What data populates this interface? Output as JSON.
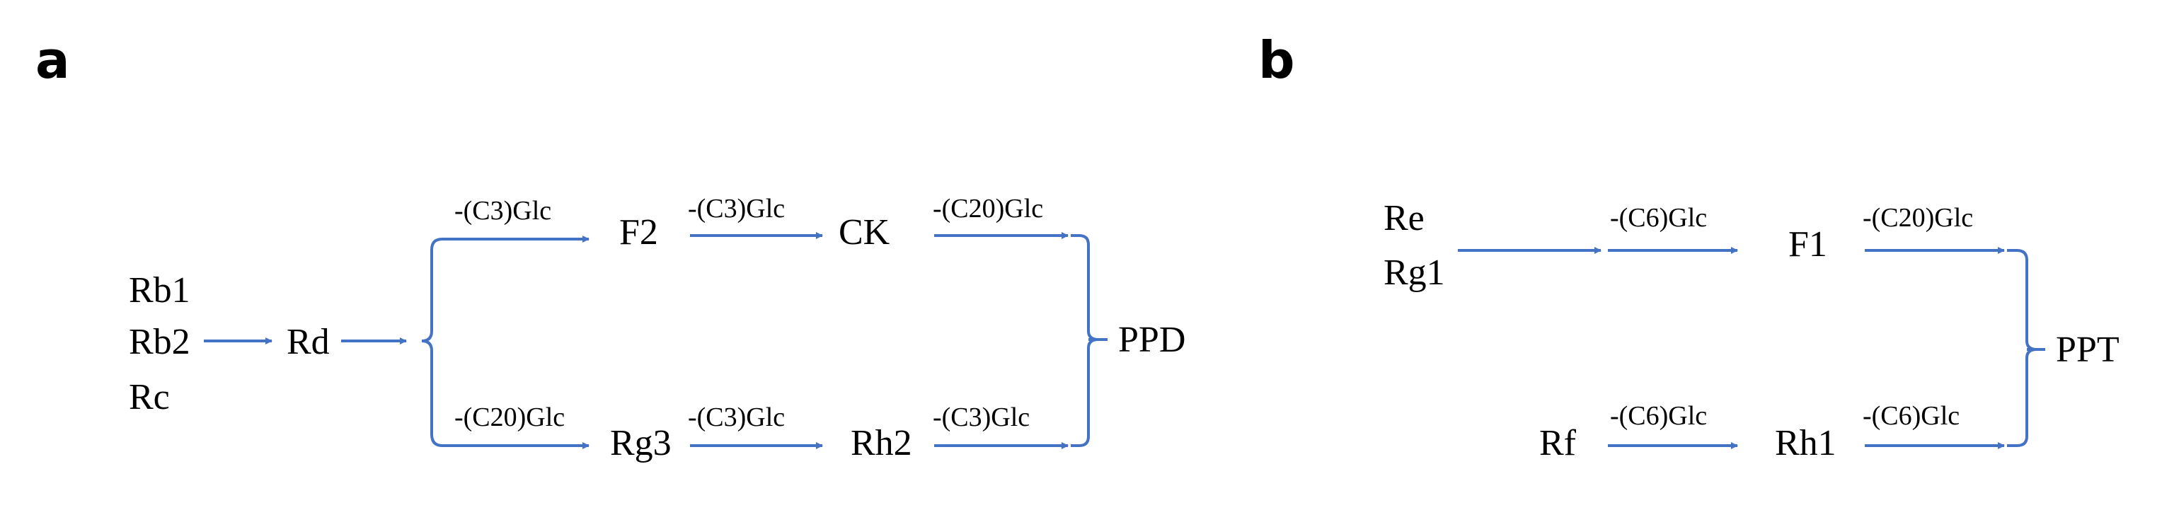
{
  "colors": {
    "arrow": "#4472C4",
    "text": "#000000"
  },
  "panel_a": {
    "label": "a",
    "sources": [
      "Rb1",
      "Rb2",
      "Rc"
    ],
    "rd": "Rd",
    "f2": "F2",
    "ck": "CK",
    "rg3": "Rg3",
    "rh2": "Rh2",
    "ppd": "PPD",
    "edges": {
      "rd_to_f2": "-(C3)Glc",
      "f2_to_ck": "-(C3)Glc",
      "ck_to_ppd": "-(C20)Glc",
      "rd_to_rg3": "-(C20)Glc",
      "rg3_to_rh2": "-(C3)Glc",
      "rh2_to_ppd": "-(C3)Glc"
    }
  },
  "panel_b": {
    "label": "b",
    "sources": [
      "Re",
      "Rg1"
    ],
    "f1": "F1",
    "rf": "Rf",
    "rh1": "Rh1",
    "ppt": "PPT",
    "edges": {
      "re_to_f1": "-(C6)Glc",
      "f1_to_ppt": "-(C20)Glc",
      "rf_to_rh1": "-(C6)Glc",
      "rh1_to_ppt": "-(C6)Glc"
    }
  }
}
